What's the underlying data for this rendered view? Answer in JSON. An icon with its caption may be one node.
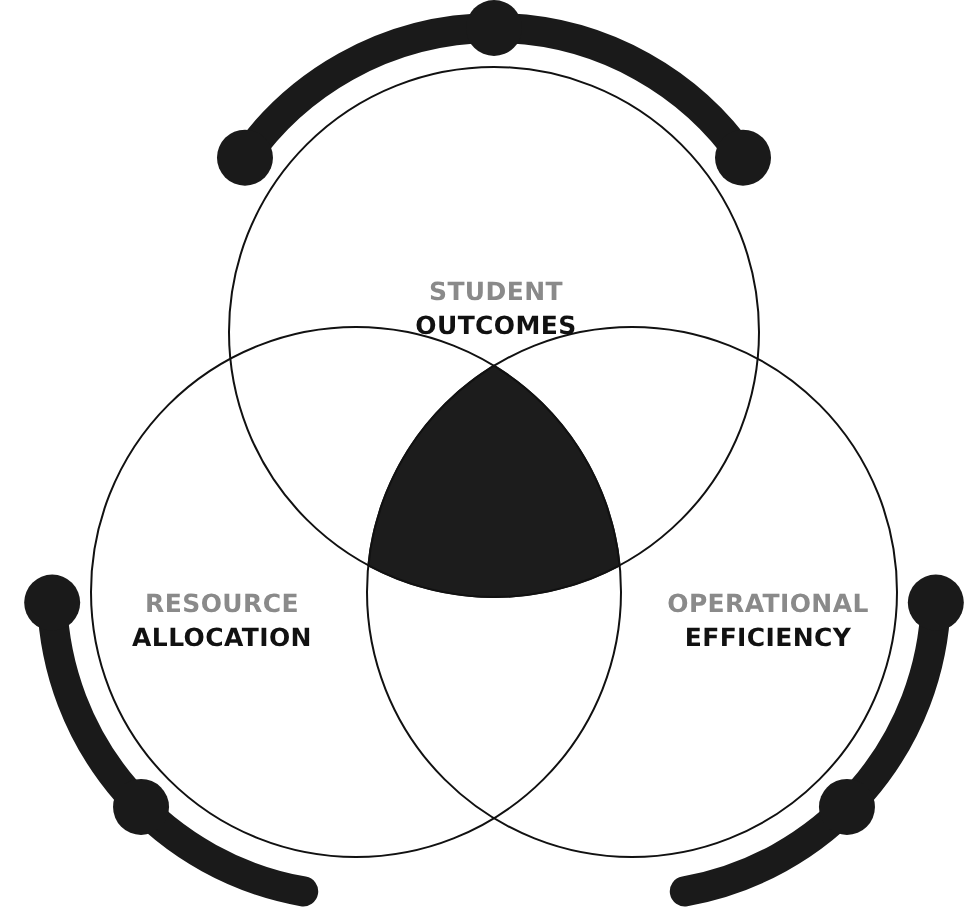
{
  "diagram": {
    "nodes": [
      {
        "text": [
          "STUDENT",
          "OUTCOMES"
        ]
      },
      {
        "text": [
          "RESOURCE",
          "ALLOCATION"
        ]
      },
      {
        "text": [
          "OPERATIONAL",
          "EFFICIENCY"
        ]
      },
      {
        "text": [],
        "shape": "lens"
      }
    ]
  }
}
